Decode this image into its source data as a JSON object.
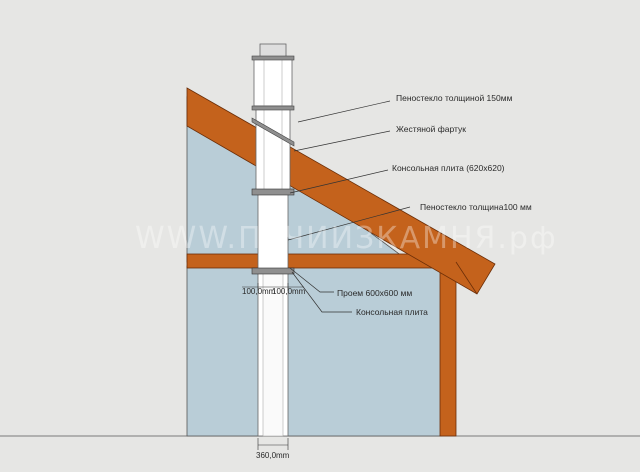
{
  "labels": {
    "foam_glass_150": "Пеностекло толщиной 150мм",
    "tin_apron": "Жестяной фартук",
    "console_plate_620": "Консольная плита (620х620)",
    "foam_glass_100": "Пеностекло толщина100 мм",
    "opening_600": "Проем 600х600 мм",
    "console_plate": "Консольная плита"
  },
  "dimensions": {
    "left_gap": "100,0mm",
    "right_gap": "100,0mm",
    "base_width": "360,0mm"
  },
  "watermark": "WWW.ПЕЧИИЗКАМНЯ.рф",
  "colors": {
    "background": "#e6e6e4",
    "wall": "#b9cdd7",
    "timber": "#c4621c",
    "pipe": "#ffffff",
    "steel": "#8f8f8f"
  }
}
